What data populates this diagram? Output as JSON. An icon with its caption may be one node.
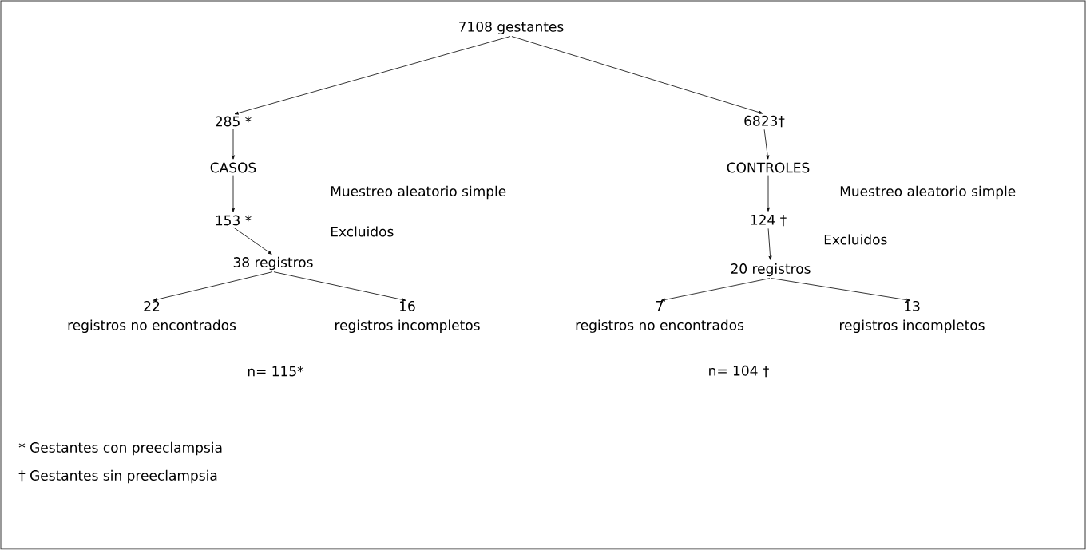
{
  "diagram": {
    "nodes": [
      {
        "text": [
          "7108 gestantes"
        ]
      },
      {
        "text": [
          "285 *"
        ]
      },
      {
        "text": [
          "6823†"
        ]
      },
      {
        "text": [
          "CASOS"
        ]
      },
      {
        "text": [
          "CONTROLES"
        ]
      },
      {
        "text": [
          "153 *"
        ]
      },
      {
        "text": [
          "124 †"
        ]
      },
      {
        "text": [
          "38 registros"
        ]
      },
      {
        "text": [
          "20 registros"
        ]
      },
      {
        "text": [
          "22",
          "registros no encontrados"
        ]
      },
      {
        "text": [
          "16",
          "registros incompletos"
        ]
      },
      {
        "text": [
          "7",
          "registros no encontrados"
        ]
      },
      {
        "text": [
          "13",
          "registros incompletos"
        ]
      }
    ],
    "edges": [
      {
        "from": 0,
        "to": 1,
        "arrow": "to"
      },
      {
        "from": 0,
        "to": 2,
        "arrow": "to"
      },
      {
        "from": 1,
        "to": 3,
        "arrow": "to"
      },
      {
        "from": 2,
        "to": 4,
        "arrow": "to"
      },
      {
        "from": 3,
        "to": 5,
        "arrow": "to"
      },
      {
        "from": 4,
        "to": 6,
        "arrow": "to"
      },
      {
        "from": 5,
        "to": 7,
        "arrow": "to"
      },
      {
        "from": 6,
        "to": 8,
        "arrow": "to"
      },
      {
        "from": 7,
        "to": 9,
        "arrow": "to"
      },
      {
        "from": 7,
        "to": 10,
        "arrow": "to"
      },
      {
        "from": 8,
        "to": 11,
        "arrow": "to"
      },
      {
        "from": 8,
        "to": 12,
        "arrow": "to"
      }
    ],
    "labels": [
      "Muestreo aleatorio simple",
      "Muestreo aleatorio simple",
      "Excluidos",
      "Excluidos",
      "n= 115*",
      "n= 104 †",
      "* Gestantes con preeclampsia",
      "† Gestantes sin preeclampsia"
    ]
  }
}
